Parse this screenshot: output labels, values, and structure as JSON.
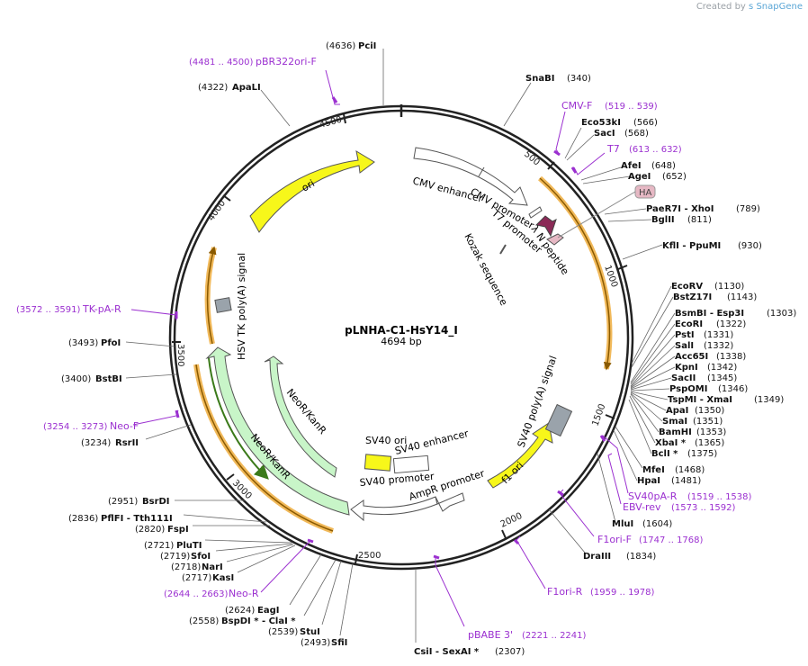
{
  "created_by": "Created by",
  "brand": "SnapGene",
  "title": "pLNHA-C1-HsY14_I",
  "length": "4694 bp",
  "ticks": [
    "500",
    "1000",
    "1500",
    "2000",
    "2500",
    "3000",
    "3500",
    "4000",
    "4500"
  ],
  "features": {
    "cmv_enhancer": "CMV enhancer",
    "cmv_promoter": "CMV promoter",
    "t7_promoter": "T7 promoter",
    "lambda_n": "λ N peptide",
    "kozak": "Kozak sequence",
    "ha": "HA",
    "ori": "ori",
    "hsv_tk": "HSV TK poly(A) signal",
    "neo1": "NeoR/KanR",
    "neo2": "NeoR/KanR",
    "sv40_ori": "SV40 ori",
    "sv40_enh": "SV40 enhancer",
    "sv40_prom": "SV40 promoter",
    "ampr_prom": "AmpR promoter",
    "f1_ori": "f1 ori",
    "sv40_polya": "SV40 poly(A) signal"
  },
  "primers": {
    "cmvf": {
      "name": "CMV-F",
      "range": "(519 .. 539)"
    },
    "t7": {
      "name": "T7",
      "range": "(613 .. 632)"
    },
    "pbr": {
      "name": "pBR322ori-F",
      "range": "(4481 .. 4500)"
    },
    "tkpa": {
      "name": "TK-pA-R",
      "range": "(3572 .. 3591)"
    },
    "neof": {
      "name": "Neo-F",
      "range": "(3254 .. 3273)"
    },
    "neor": {
      "name": "Neo-R",
      "range": "(2644 .. 2663)"
    },
    "pbabe": {
      "name": "pBABE 3'",
      "range": "(2221 .. 2241)"
    },
    "f1orir": {
      "name": "F1ori-R",
      "range": "(1959 .. 1978)"
    },
    "f1orif": {
      "name": "F1ori-F",
      "range": "(1747 .. 1768)"
    },
    "ebv": {
      "name": "EBV-rev",
      "range": "(1573 .. 1592)"
    },
    "sv40par": {
      "name": "SV40pA-R",
      "range": "(1519 .. 1538)"
    }
  },
  "sites": {
    "pci": {
      "name": "PciI",
      "pos": "(4636)"
    },
    "apali": {
      "name": "ApaLI",
      "pos": "(4322)"
    },
    "snabi": {
      "name": "SnaBI",
      "pos": "(340)"
    },
    "eco53": {
      "name": "Eco53kI",
      "pos": "(566)"
    },
    "saci": {
      "name": "SacI",
      "pos": "(568)"
    },
    "afei": {
      "name": "AfeI",
      "pos": "(648)"
    },
    "agei": {
      "name": "AgeI",
      "pos": "(652)"
    },
    "paer7": {
      "name": "PaeR7I  - XhoI",
      "pos": "(789)"
    },
    "bglii": {
      "name": "BglII",
      "pos": "(811)"
    },
    "kfli": {
      "name": "KflI  - PpuMI",
      "pos": "(930)"
    },
    "ecorv": {
      "name": "EcoRV",
      "pos": "(1130)"
    },
    "bstz": {
      "name": "BstZ17I",
      "pos": "(1143)"
    },
    "bsmbi": {
      "name": "BsmBI  - Esp3I",
      "pos": "(1303)"
    },
    "ecori": {
      "name": "EcoRI",
      "pos": "(1322)"
    },
    "psti": {
      "name": "PstI",
      "pos": "(1331)"
    },
    "sali": {
      "name": "SalI",
      "pos": "(1332)"
    },
    "acc65": {
      "name": "Acc65I",
      "pos": "(1338)"
    },
    "kpni": {
      "name": "KpnI",
      "pos": "(1342)"
    },
    "sacii": {
      "name": "SacII",
      "pos": "(1345)"
    },
    "psp": {
      "name": "PspOMI",
      "pos": "(1346)"
    },
    "tspmi": {
      "name": "TspMI  - XmaI",
      "pos": "(1349)"
    },
    "apai": {
      "name": "ApaI",
      "pos": "(1350)"
    },
    "smai": {
      "name": "SmaI",
      "pos": "(1351)"
    },
    "bamhi": {
      "name": "BamHI",
      "pos": "(1353)"
    },
    "xbai": {
      "name": "XbaI *",
      "pos": "(1365)"
    },
    "bcli": {
      "name": "BclI *",
      "pos": "(1375)"
    },
    "mfei": {
      "name": "MfeI",
      "pos": "(1468)"
    },
    "hpai": {
      "name": "HpaI",
      "pos": "(1481)"
    },
    "mlui": {
      "name": "MluI",
      "pos": "(1604)"
    },
    "draiii": {
      "name": "DraIII",
      "pos": "(1834)"
    },
    "csi": {
      "name": "CsiI  - SexAI *",
      "pos": "(2307)"
    },
    "sfii": {
      "name": "SfiI",
      "pos": "(2493)"
    },
    "stui": {
      "name": "StuI",
      "pos": "(2539)"
    },
    "bspdi": {
      "name": "BspDI *  - ClaI *",
      "pos": "(2558)"
    },
    "eagi": {
      "name": "EagI",
      "pos": "(2624)"
    },
    "kasi": {
      "name": "KasI",
      "pos": "(2717)"
    },
    "nari": {
      "name": "NarI",
      "pos": "(2718)"
    },
    "sfoi": {
      "name": "SfoI",
      "pos": "(2719)"
    },
    "plut": {
      "name": "PluTI",
      "pos": "(2721)"
    },
    "fspi": {
      "name": "FspI",
      "pos": "(2820)"
    },
    "pflfi": {
      "name": "PflFI  - Tth111I",
      "pos": "(2836)"
    },
    "bsrdi": {
      "name": "BsrDI",
      "pos": "(2951)"
    },
    "rsrii": {
      "name": "RsrII",
      "pos": "(3234)"
    },
    "bstbi": {
      "name": "BstBI",
      "pos": "(3400)"
    },
    "pfoi": {
      "name": "PfoI",
      "pos": "(3493)"
    }
  },
  "colors": {
    "primer": "#9b30d0",
    "ori": "#f7f71a",
    "neo": "#c8f5c8",
    "orange": "#f1b95a",
    "ha": "#e6b8c4",
    "lambda": "#8b2a57"
  }
}
